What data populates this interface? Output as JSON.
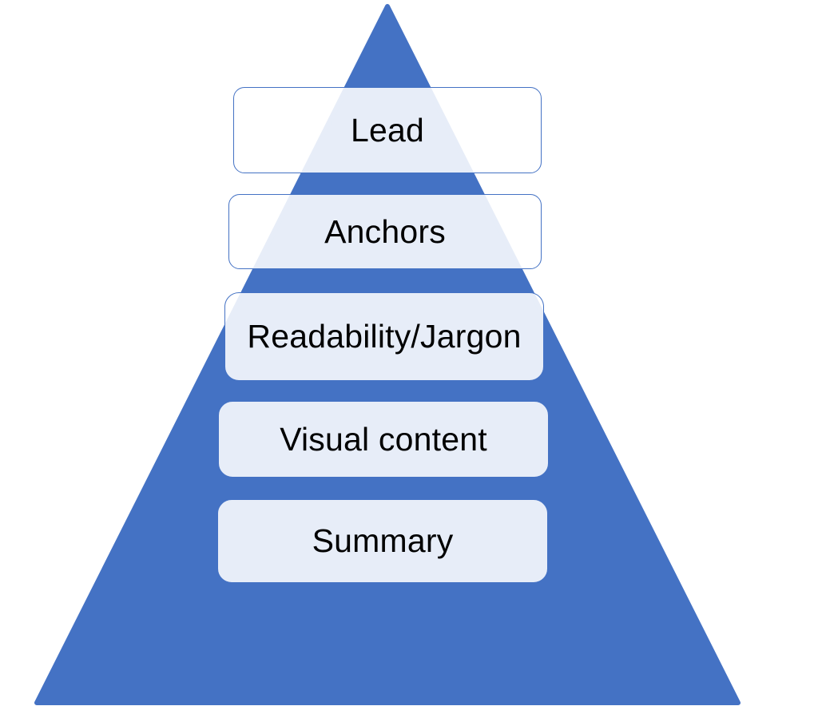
{
  "diagram": {
    "type": "pyramid",
    "description": "Five-level pyramid diagram with rounded-rectangle labels overlaid on a blue triangle",
    "levels": [
      {
        "label": "Lead"
      },
      {
        "label": "Anchors"
      },
      {
        "label": "Readability/Jargon"
      },
      {
        "label": "Visual content"
      },
      {
        "label": "Summary"
      }
    ]
  },
  "colors": {
    "pyramid": "#4472C4",
    "box_fill": "rgba(255,255,255,0.87)",
    "box_border": "#4472C4",
    "text": "#000000",
    "background": "#FFFFFF"
  }
}
